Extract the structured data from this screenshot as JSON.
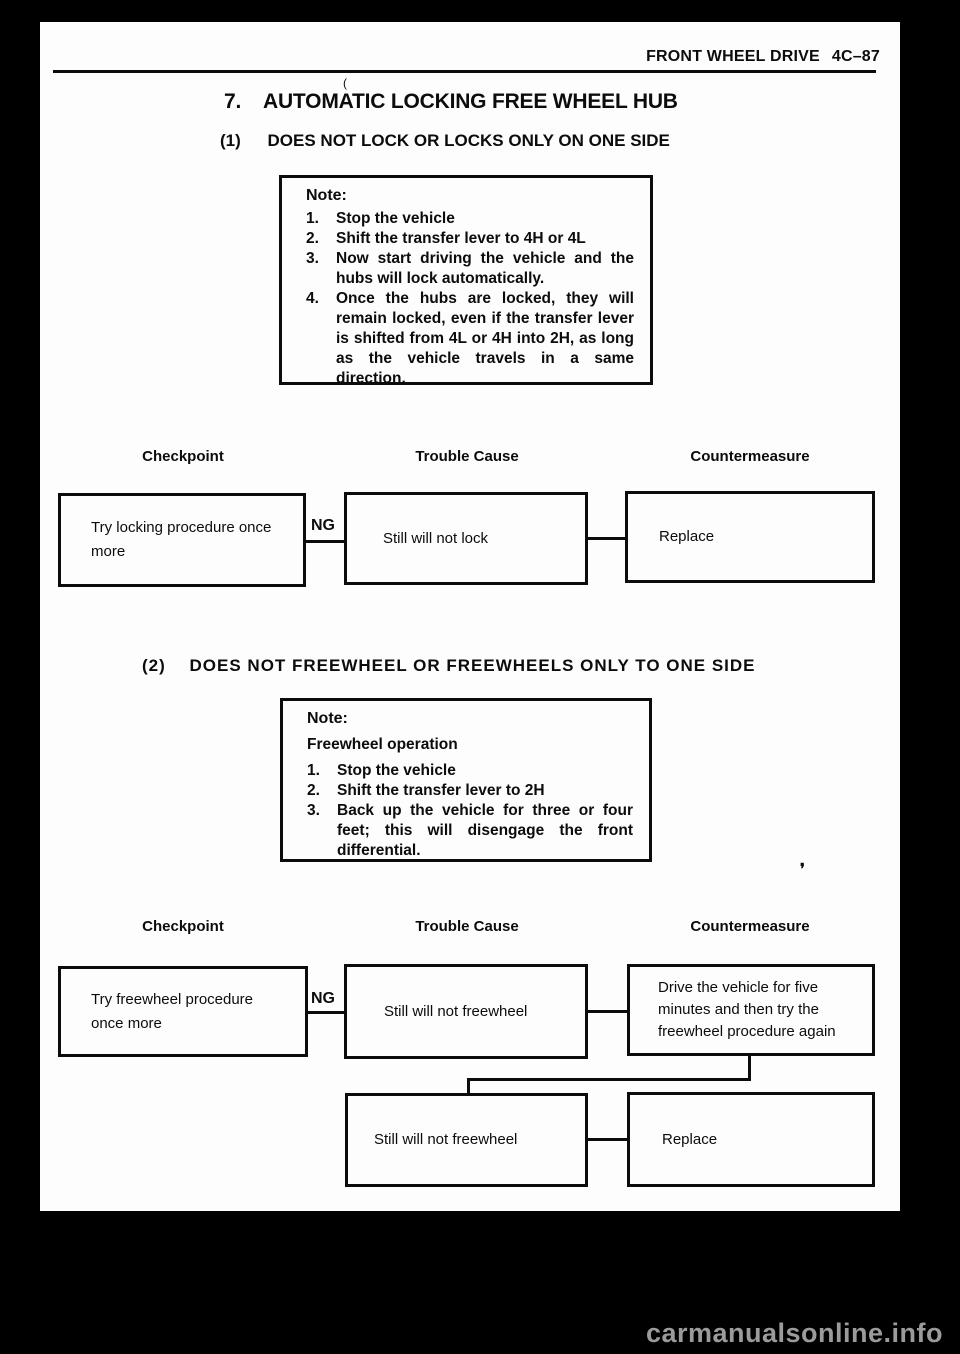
{
  "page": {
    "header_title": "FRONT WHEEL DRIVE",
    "header_page_no": "4C–87",
    "title_number": "7.",
    "title": "AUTOMATIC LOCKING FREE WHEEL HUB",
    "artifact_top": "(",
    "artifact_mid": "❜"
  },
  "section1": {
    "number": "(1)",
    "heading": "DOES NOT LOCK OR LOCKS ONLY ON ONE SIDE",
    "note": {
      "label": "Note:",
      "items": [
        {
          "num": "1.",
          "text": "Stop the vehicle"
        },
        {
          "num": "2.",
          "text": "Shift the transfer lever to 4H or 4L"
        },
        {
          "num": "3.",
          "text": "Now start driving the vehicle and the hubs will lock automatically."
        },
        {
          "num": "4.",
          "text": "Once the hubs are locked, they will remain locked, even if the transfer lever is shifted from 4L or 4H into 2H, as long as the vehicle travels in a same direction."
        }
      ]
    },
    "flow": {
      "columns": [
        "Checkpoint",
        "Trouble Cause",
        "Countermeasure"
      ],
      "checkpoint": "Try locking procedure once more",
      "ng_label": "NG",
      "trouble_cause": "Still will not lock",
      "countermeasure": "Replace"
    }
  },
  "section2": {
    "number": "(2)",
    "heading": "DOES NOT FREEWHEEL OR FREEWHEELS ONLY TO ONE SIDE",
    "note": {
      "label": "Note:",
      "subtitle": "Freewheel operation",
      "items": [
        {
          "num": "1.",
          "text": "Stop the vehicle"
        },
        {
          "num": "2.",
          "text": "Shift the transfer lever to 2H"
        },
        {
          "num": "3.",
          "text": "Back up the vehicle for three or four feet; this will disengage the front differential."
        }
      ]
    },
    "flow": {
      "columns": [
        "Checkpoint",
        "Trouble Cause",
        "Countermeasure"
      ],
      "checkpoint": "Try freewheel procedure once more",
      "ng_label": "NG",
      "trouble_cause": "Still will not freewheel",
      "countermeasure": "Drive the vehicle for five minutes and then try the freewheel procedure again",
      "trouble_cause_2": "Still will not freewheel",
      "countermeasure_2": "Replace"
    }
  },
  "watermark": "carmanualsonline.info",
  "colors": {
    "ink": "#0c0c0c",
    "paper": "#fdfdfd",
    "backdrop": "#000000",
    "watermark_gray": "#9b9b9b"
  }
}
